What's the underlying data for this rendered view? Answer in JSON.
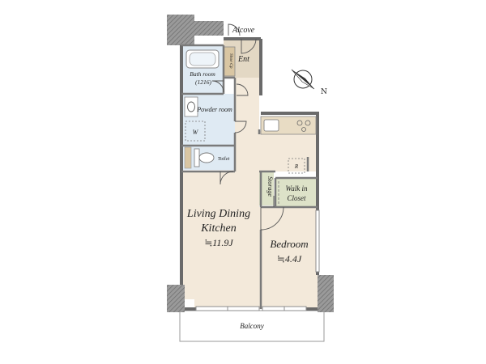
{
  "rooms": {
    "alcove": "Alcove",
    "entrance": "Ent",
    "shoe_cupboard": "Shoe Cp",
    "bathroom": "Bath room",
    "bathroom_size": "(1216)",
    "powder_room": "Powder room",
    "washer": "W",
    "toilet": "Toilet",
    "ldk_line1": "Living Dining",
    "ldk_line2": "Kitchen",
    "ldk_area": "≒11.9J",
    "refrigerator": "R",
    "storage": "Storage",
    "walk_in_closet_line1": "Walk in",
    "walk_in_closet_line2": "Closet",
    "bedroom": "Bedroom",
    "bedroom_area": "≒4.4J",
    "balcony": "Balcony"
  },
  "compass": {
    "label": "N",
    "icon": "compass-icon"
  },
  "colors": {
    "wall": "#6a6a6a",
    "pillar": "#8a8a8a",
    "living_floor": "#f3e9da",
    "wet_area_floor": "#dfeaf3",
    "storage_floor": "#dde2c8",
    "entrance_floor": "#e3d8c4",
    "counter": "#d9c6a3"
  }
}
